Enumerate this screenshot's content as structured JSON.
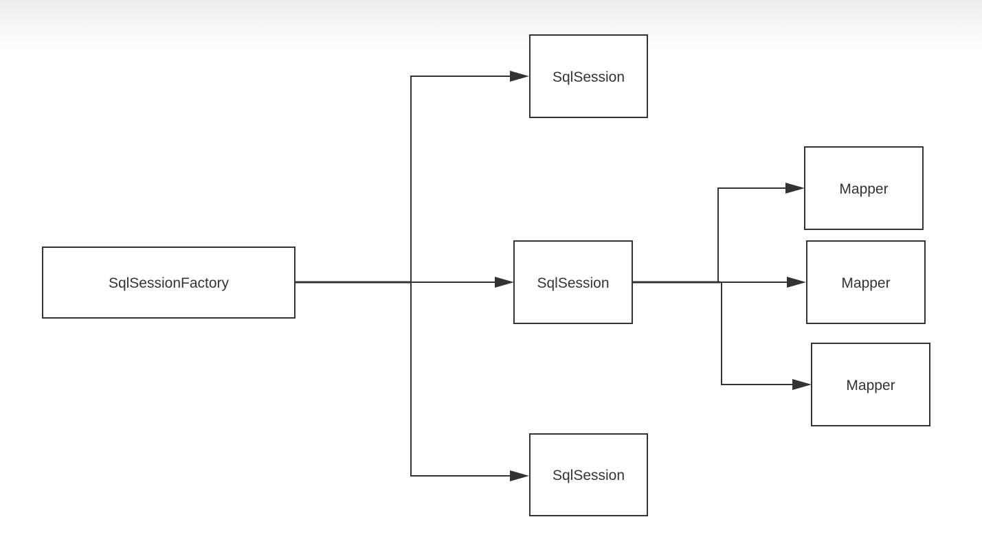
{
  "diagram": {
    "nodes": {
      "factory": {
        "label": "SqlSessionFactory"
      },
      "session_top": {
        "label": "SqlSession"
      },
      "session_mid": {
        "label": "SqlSession"
      },
      "session_bottom": {
        "label": "SqlSession"
      },
      "mapper_1": {
        "label": "Mapper"
      },
      "mapper_2": {
        "label": "Mapper"
      },
      "mapper_3": {
        "label": "Mapper"
      }
    },
    "edges": [
      {
        "from": "factory",
        "to": "session_top"
      },
      {
        "from": "factory",
        "to": "session_mid"
      },
      {
        "from": "factory",
        "to": "session_bottom"
      },
      {
        "from": "session_mid",
        "to": "mapper_1"
      },
      {
        "from": "session_mid",
        "to": "mapper_2"
      },
      {
        "from": "session_mid",
        "to": "mapper_3"
      }
    ]
  }
}
